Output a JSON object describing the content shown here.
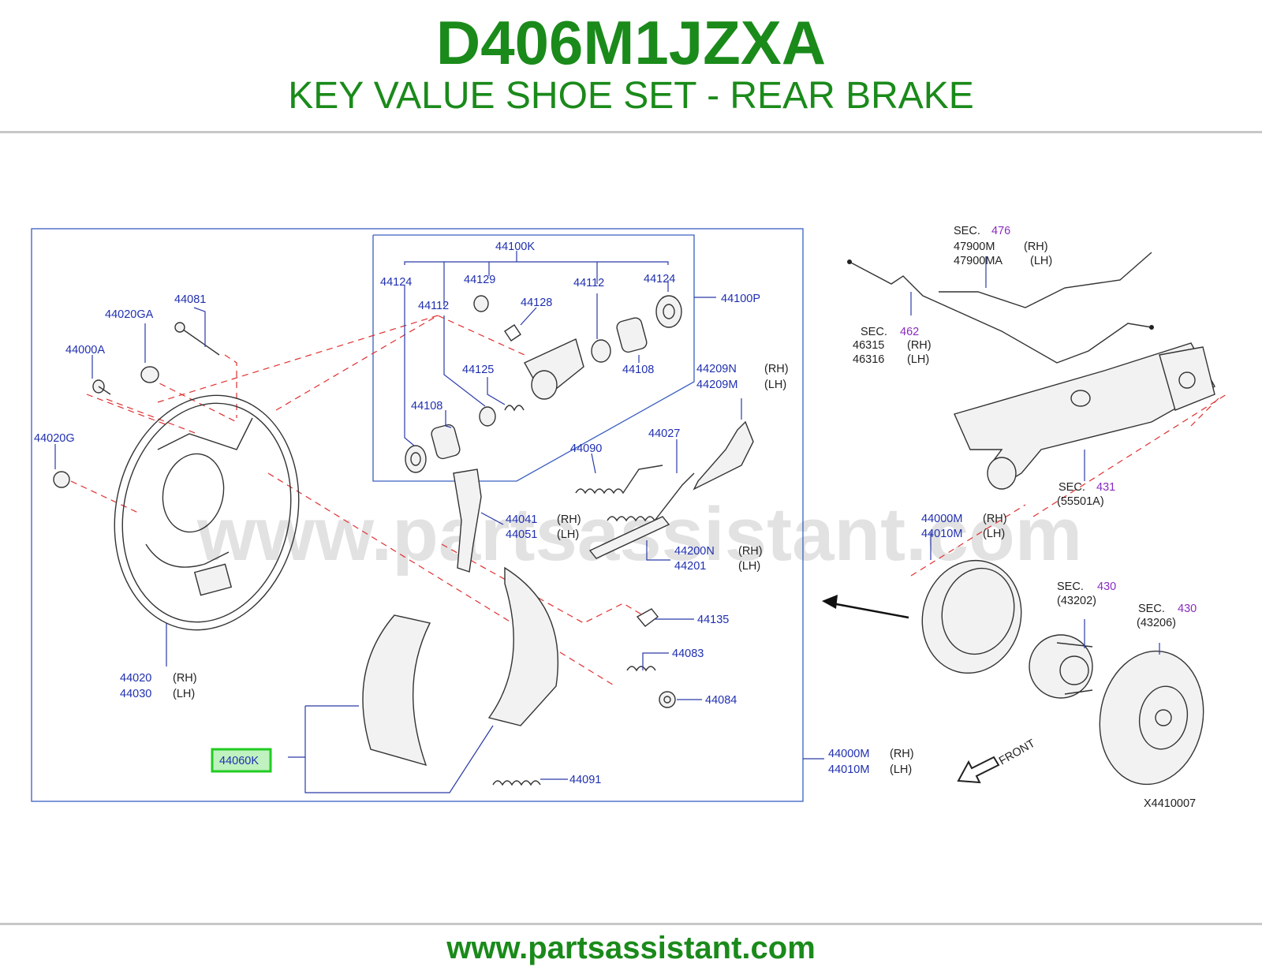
{
  "header": {
    "code": "D406M1JZXA",
    "subtitle": "KEY VALUE SHOE SET - REAR BRAKE"
  },
  "watermark": "www.partsassistant.com",
  "footer": {
    "url": "www.partsassistant.com"
  },
  "diagram": {
    "reference_code": "X4410007",
    "highlighted_part": "44060K",
    "labels": {
      "p44100K": "44100K",
      "p44124a": "44124",
      "p44129": "44129",
      "p44112a": "44112",
      "p44124b": "44124",
      "p44100P": "44100P",
      "p44112b": "44112",
      "p44128": "44128",
      "p44125": "44125",
      "p44108a": "44108",
      "p44108b": "44108",
      "p44081": "44081",
      "p44020GA": "44020GA",
      "p44000A": "44000A",
      "p44020G": "44020G",
      "p44209N": "44209N",
      "p44209M": "44209M",
      "p44027": "44027",
      "p44090": "44090",
      "p44041": "44041",
      "p44051": "44051",
      "p44200N": "44200N",
      "p44201": "44201",
      "p44135": "44135",
      "p44083": "44083",
      "p44084": "44084",
      "p44020": "44020",
      "p44030": "44030",
      "p44091": "44091",
      "p44000M_a": "44000M",
      "p44010M_a": "44010M",
      "p44000M_b": "44000M",
      "p44010M_b": "44010M",
      "p47900M": "47900M",
      "p47900MA": "47900MA",
      "p46315": "46315",
      "p46316": "46316",
      "p55501A": "(55501A)",
      "p43202": "(43202)",
      "p43206": "(43206)"
    },
    "sides": {
      "rh": "(RH)",
      "lh": "(LH)"
    },
    "sec_prefix": "SEC.",
    "sections": {
      "s476": "476",
      "s462": "462",
      "s431": "431",
      "s430a": "430",
      "s430b": "430"
    },
    "front_label": "FRONT"
  },
  "colors": {
    "title_green": "#1a8a1a",
    "label_blue": "#1f2fb0",
    "section_purple": "#8a2bbf",
    "highlight_green": "#22cc22",
    "dashed_red": "#e03030"
  }
}
